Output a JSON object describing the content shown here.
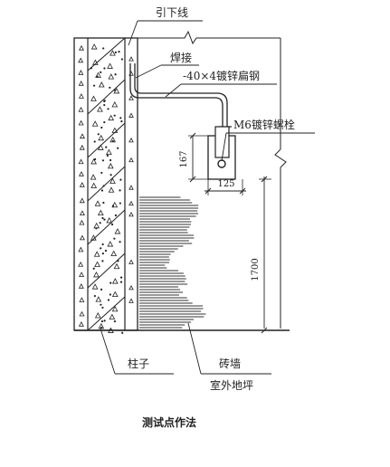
{
  "labels": {
    "down_conductor": "引下线",
    "weld": "焊接",
    "flat_steel": "-40×4镀锌扁钢",
    "bolt": "M6镀锌螺栓",
    "column": "柱子",
    "brick_wall": "砖墙",
    "outdoor_ground": "室外地坪"
  },
  "dimensions": {
    "box_height": "167",
    "box_width": "125",
    "test_point_height": "1700"
  },
  "caption": "测试点作法",
  "colors": {
    "line": "#222222",
    "background": "#ffffff"
  }
}
